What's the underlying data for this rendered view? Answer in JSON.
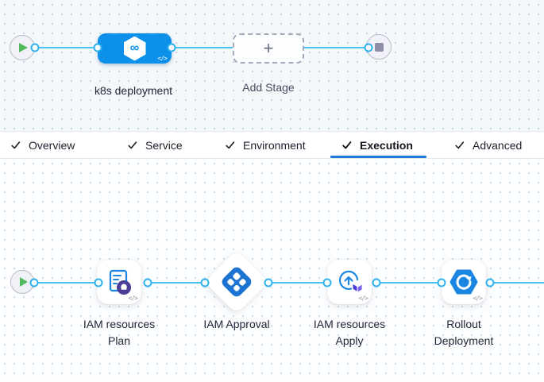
{
  "colors": {
    "stage_node_blue": "#0d90ea",
    "edge_blue": "#46c3f4",
    "active_tab_underline": "#1e7ed6",
    "approval_icon_blue": "#1b74d2",
    "step_icon_blue": "#1b86e1",
    "terraform_purple": "#4d3fd4",
    "plan_badge_purple": "#4a3d96",
    "play_green": "#53b95f",
    "stop_gray": "#8e8fa7"
  },
  "glyphs": {
    "plus": "+",
    "infinity": "∞",
    "code": "</>"
  },
  "stage_pipeline": {
    "stage_name": "k8s deployment",
    "add_stage_label": "Add Stage"
  },
  "tabs": [
    {
      "label": "Overview",
      "checked": true,
      "active": false
    },
    {
      "label": "Service",
      "checked": true,
      "active": false
    },
    {
      "label": "Environment",
      "checked": true,
      "active": false
    },
    {
      "label": "Execution",
      "checked": true,
      "active": true
    },
    {
      "label": "Advanced",
      "checked": true,
      "active": false
    }
  ],
  "execution_pipeline": {
    "steps": [
      {
        "type": "terraform-plan",
        "label_line1": "IAM resources",
        "label_line2": "Plan"
      },
      {
        "type": "approval",
        "label_line1": "IAM Approval",
        "label_line2": ""
      },
      {
        "type": "terraform-apply",
        "label_line1": "IAM resources",
        "label_line2": "Apply"
      },
      {
        "type": "rollout-deployment",
        "label_line1": "Rollout",
        "label_line2": "Deployment"
      }
    ]
  }
}
